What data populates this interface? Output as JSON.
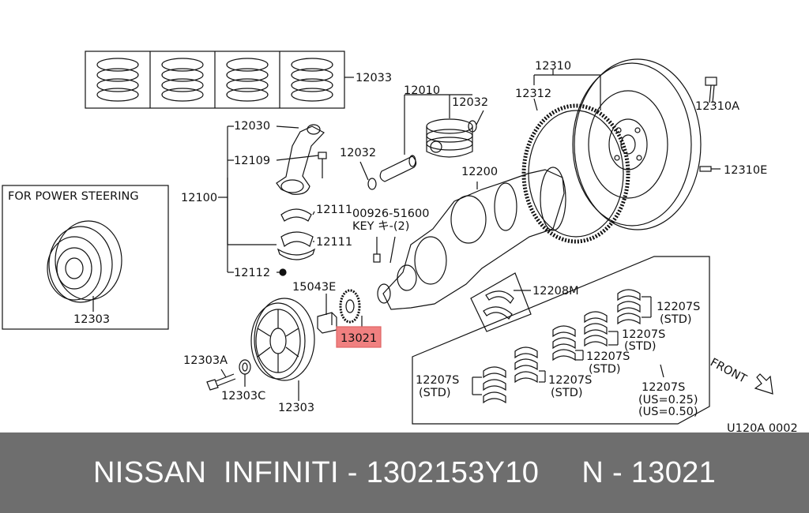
{
  "diagram": {
    "callouts": {
      "rings": "12033",
      "piston": "12010",
      "snap_ring_right": "12032",
      "snap_ring_left": "12032",
      "flywheel_assy": "12310",
      "ring_gear": "12312",
      "flywheel_bolt": "12310A",
      "flywheel_pin": "12310E",
      "rod_bushing": "12030",
      "rod_bolt": "12109",
      "rod_assy": "12100",
      "rod_bearing_upper": "12111",
      "rod_bearing_lower": "12111",
      "rod_nut": "12112",
      "crankshaft": "12200",
      "key_partno": "00926-51600",
      "key_label": "KEY キ-(2)",
      "sprocket_key": "15043E",
      "sprocket": "13021",
      "thrust_bearing": "12208M",
      "main_brg_1": "12207S",
      "main_brg_1_std": "(STD)",
      "main_brg_2": "12207S",
      "main_brg_2_std": "(STD)",
      "main_brg_3": "12207S",
      "main_brg_3_std": "(STD)",
      "main_brg_4": "12207S",
      "main_brg_4_std": "(STD)",
      "main_brg_5": "12207S",
      "main_brg_5_std": "(STD)",
      "main_brg_us": "12207S",
      "main_brg_us1": "(US=0.25)",
      "main_brg_us2": "(US=0.50)",
      "pulley_bolt": "12303A",
      "pulley_washer": "12303C",
      "pulley": "12303",
      "ps_pulley": "12303",
      "ps_title": "FOR POWER STEERING",
      "front": "FRONT",
      "diagram_code": "U120A 0002"
    },
    "highlight_color": "#f08080"
  },
  "banner": {
    "text": "NISSAN  INFINITI - 1302153Y10     N - 13021",
    "background": "#6e6e6e"
  }
}
